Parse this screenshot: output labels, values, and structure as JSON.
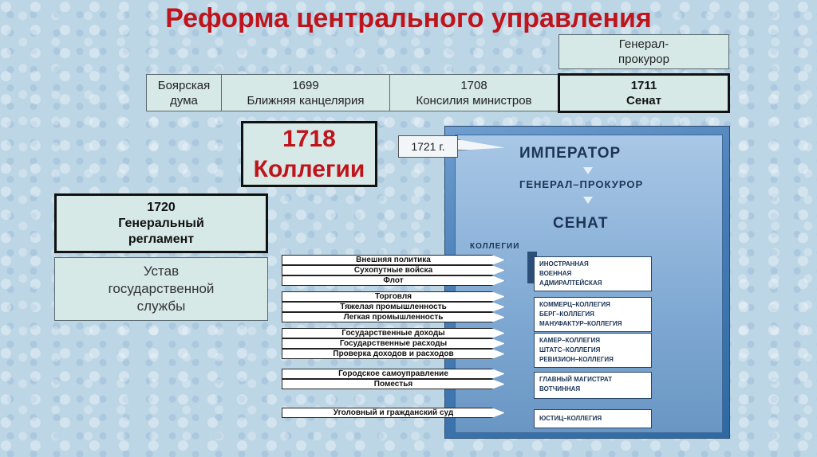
{
  "title": "Реформа центрального управления",
  "gen_prokuror": {
    "line1": "Генерал-",
    "line2": "прокурор"
  },
  "timeline": [
    {
      "line1": "Боярская",
      "line2": "дума"
    },
    {
      "line1": "1699",
      "line2": "Ближняя канцелярия"
    },
    {
      "line1": "1708",
      "line2": "Консилия министров"
    },
    {
      "line1": "1711",
      "line2": "Сенат"
    }
  ],
  "collegii": {
    "year": "1718",
    "label": "Коллегии"
  },
  "reglament": {
    "year": "1720",
    "line1": "Генеральный",
    "line2": "регламент"
  },
  "ustav": {
    "line1": "Устав",
    "line2": "государственной",
    "line3": "службы"
  },
  "tag_1721": "1721 г.",
  "scheme": {
    "emperor": "ИМПЕРАТОР",
    "gen_prokuror": "ГЕНЕРАЛ–ПРОКУРОР",
    "senat": "СЕНАТ",
    "collegii_label": "КОЛЛЕГИИ",
    "cards": [
      [
        "ИНОСТРАННАЯ",
        "ВОЕННАЯ",
        "АДМИРАЛТЕЙСКАЯ"
      ],
      [
        "КОММЕРЦ–КОЛЛЕГИЯ",
        "БЕРГ–КОЛЛЕГИЯ",
        "МАНУФАКТУР–КОЛЛЕГИЯ"
      ],
      [
        "КАМЕР–КОЛЛЕГИЯ",
        "ШТАТС–КОЛЛЕГИЯ",
        "РЕВИЗИОН–КОЛЛЕГИЯ"
      ],
      [
        "ГЛАВНЫЙ МАГИСТРАТ",
        "ВОТЧИННАЯ"
      ],
      [
        "ЮСТИЦ–КОЛЛЕГИЯ"
      ]
    ]
  },
  "functions": [
    "Внешняя политика",
    "Сухопутные войска",
    "Флот",
    "Торговля",
    "Тяжелая промышленность",
    "Легкая промышленность",
    "Государственные доходы",
    "Государственные расходы",
    "Проверка доходов и расходов",
    "Городское самоуправление",
    "Поместья",
    "Уголовный и гражданский суд"
  ]
}
